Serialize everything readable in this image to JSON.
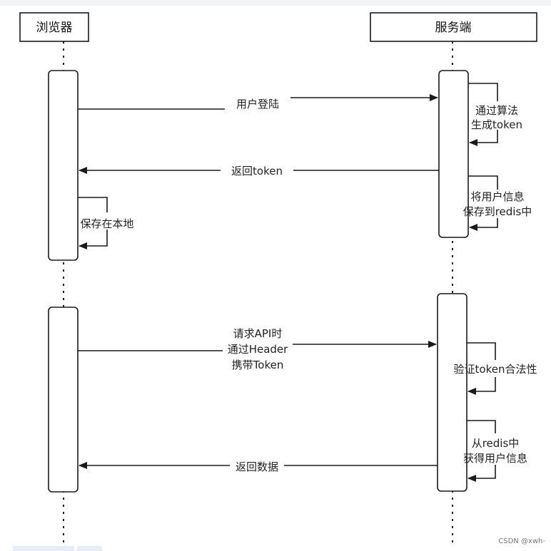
{
  "participants": {
    "browser": "浏览器",
    "server": "服务端"
  },
  "messages": {
    "login": "用户登陆",
    "return_token": "返回token",
    "request_line1": "请求API时",
    "request_line2": "通过Header",
    "request_line3": "携带Token",
    "return_data": "返回数据"
  },
  "self_calls": {
    "gen_token_line1": "通过算法",
    "gen_token_line2": "生成token",
    "save_redis_line1": "将用户信息",
    "save_redis_line2": "保存到redis中",
    "save_local": "保存在本地",
    "verify_token": "验证token合法性",
    "get_user_line1": "从redis中",
    "get_user_line2": "获得用户信息"
  },
  "watermark": "CSDN @xwh-",
  "colors": {
    "line": "#1a1a1a",
    "box_fill": "#ffffff",
    "text": "#222222"
  }
}
